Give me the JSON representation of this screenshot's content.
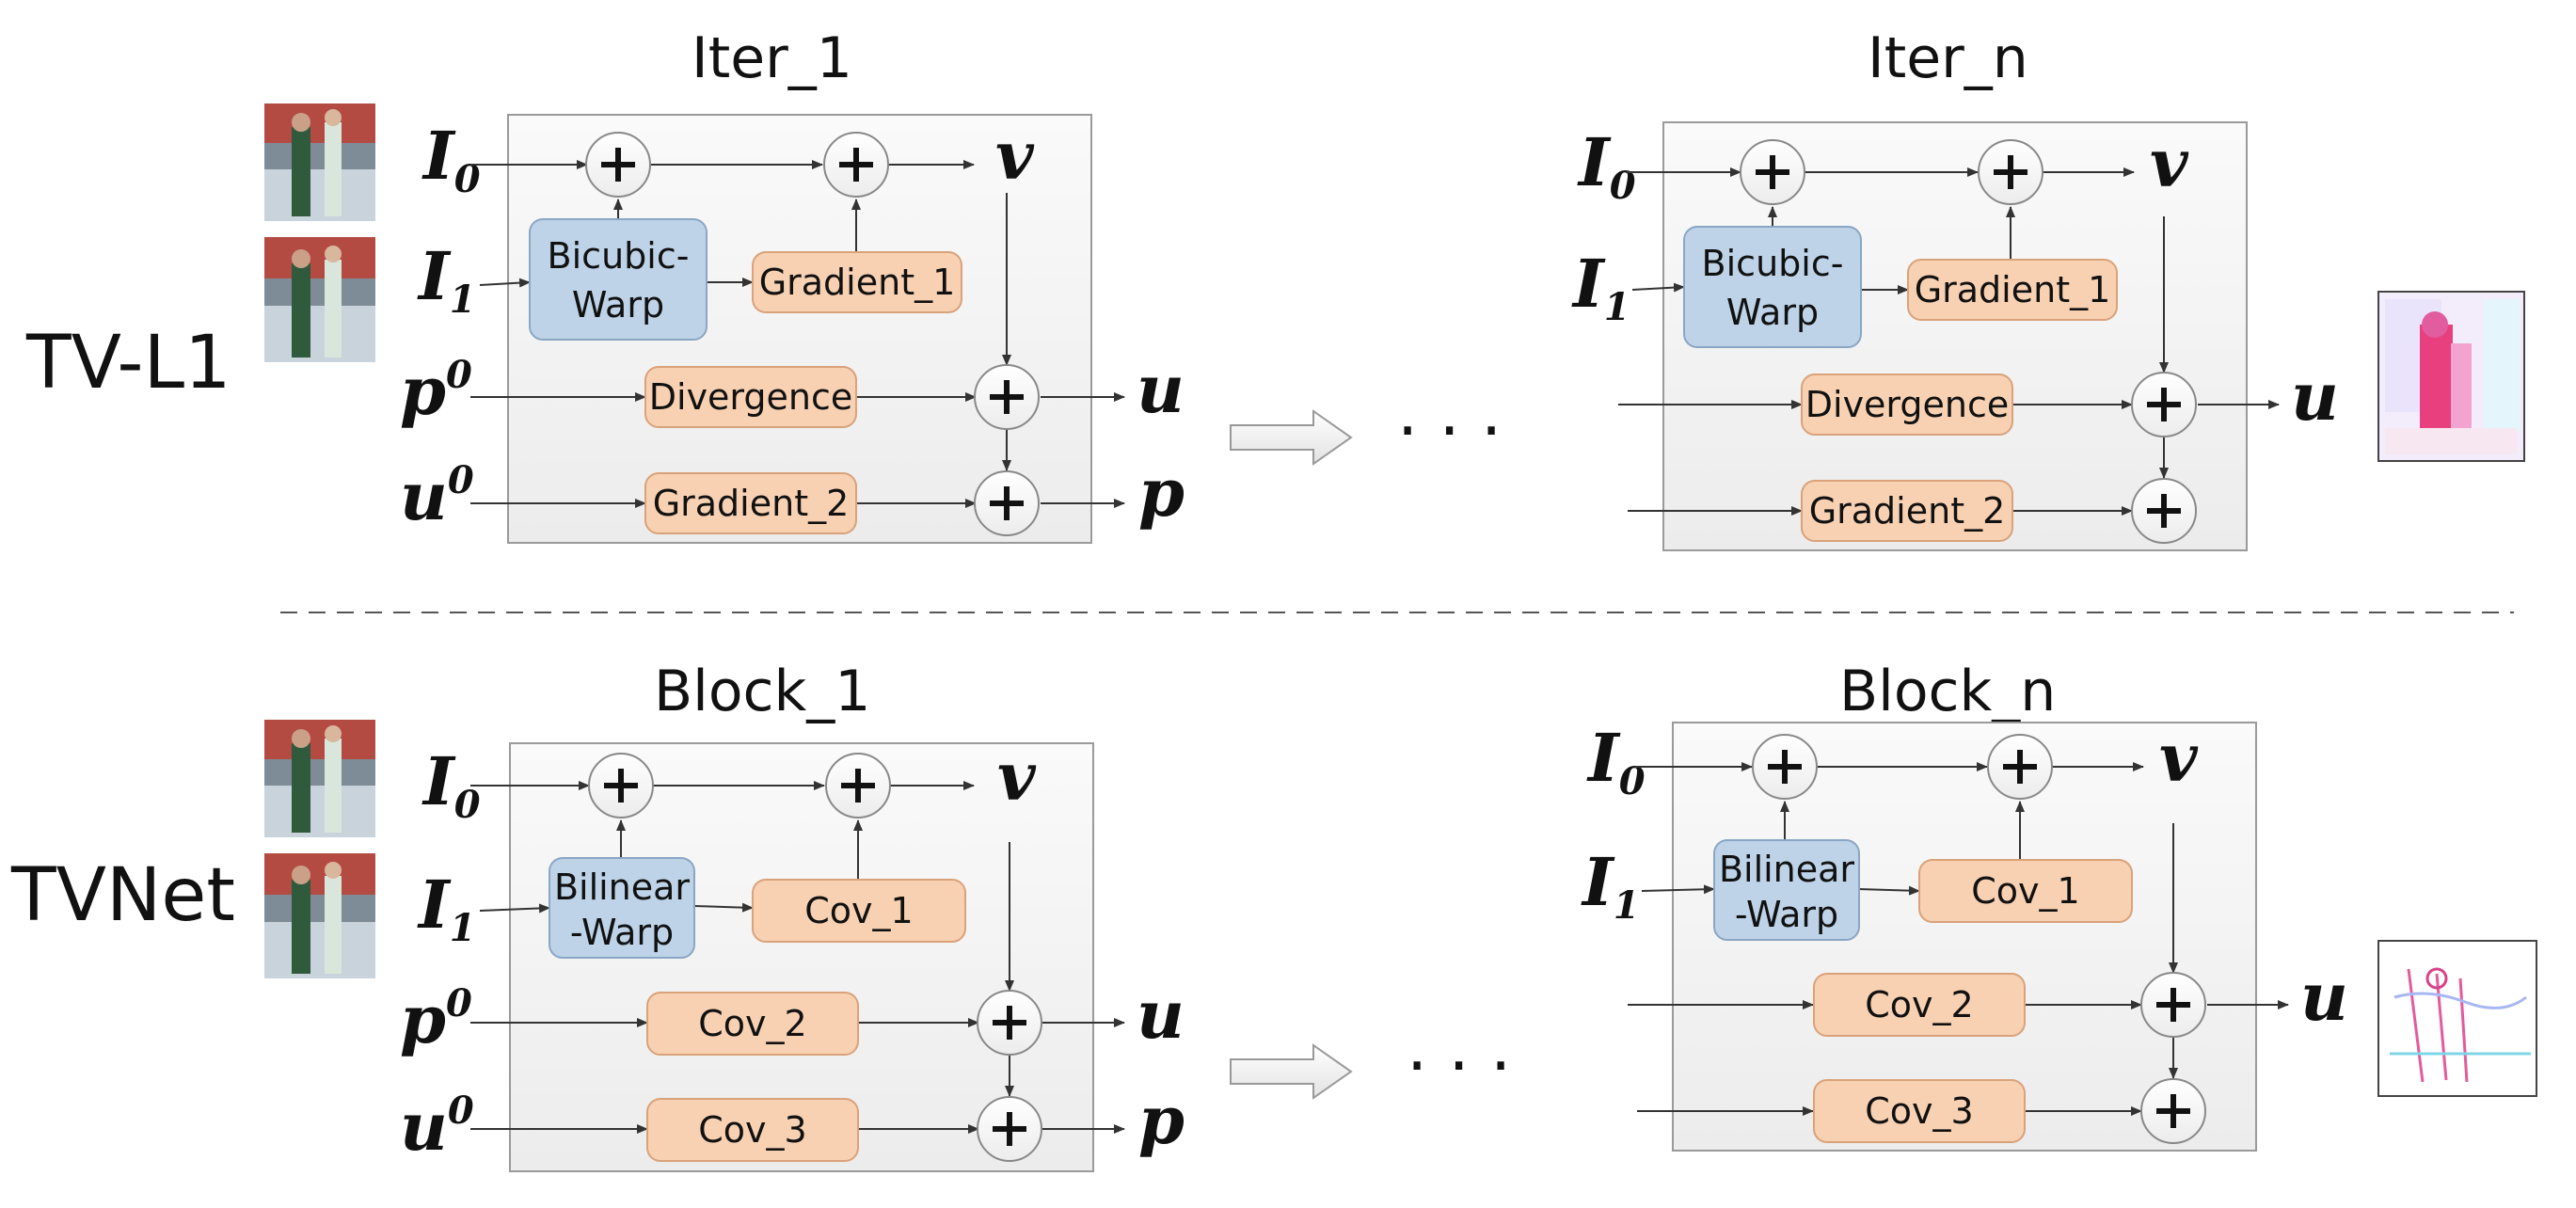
{
  "rows": [
    {
      "label": "TV-L1",
      "first_title": "Iter_1",
      "last_title": "Iter_n",
      "warp_line1": "Bicubic-",
      "warp_line2": "Warp",
      "grad1": "Gradient_1",
      "div": "Divergence",
      "grad2": "Gradient_2"
    },
    {
      "label": "TVNet",
      "first_title": "Block_1",
      "last_title": "Block_n",
      "warp_line1": "Bilinear",
      "warp_line2": "-Warp",
      "grad1": "Cov_1",
      "div": "Cov_2",
      "grad2": "Cov_3"
    }
  ],
  "inputs": {
    "i0_base": "I",
    "i0_sub": "0",
    "i1_base": "I",
    "i1_sub": "1",
    "p_base": "p",
    "p_sup": "0",
    "u_base": "u",
    "u_sup": "0"
  },
  "outputs": {
    "v": "v",
    "u": "u",
    "p": "p"
  },
  "ellipsis": "· · ·",
  "colors": {
    "warp_fill": "#bed3e8",
    "warp_stroke": "#8aa6c4",
    "op_fill": "#f8d1b3",
    "op_stroke": "#d9a27a",
    "block_fill": "#f1f1f1",
    "block_stroke": "#9a9a9a"
  }
}
